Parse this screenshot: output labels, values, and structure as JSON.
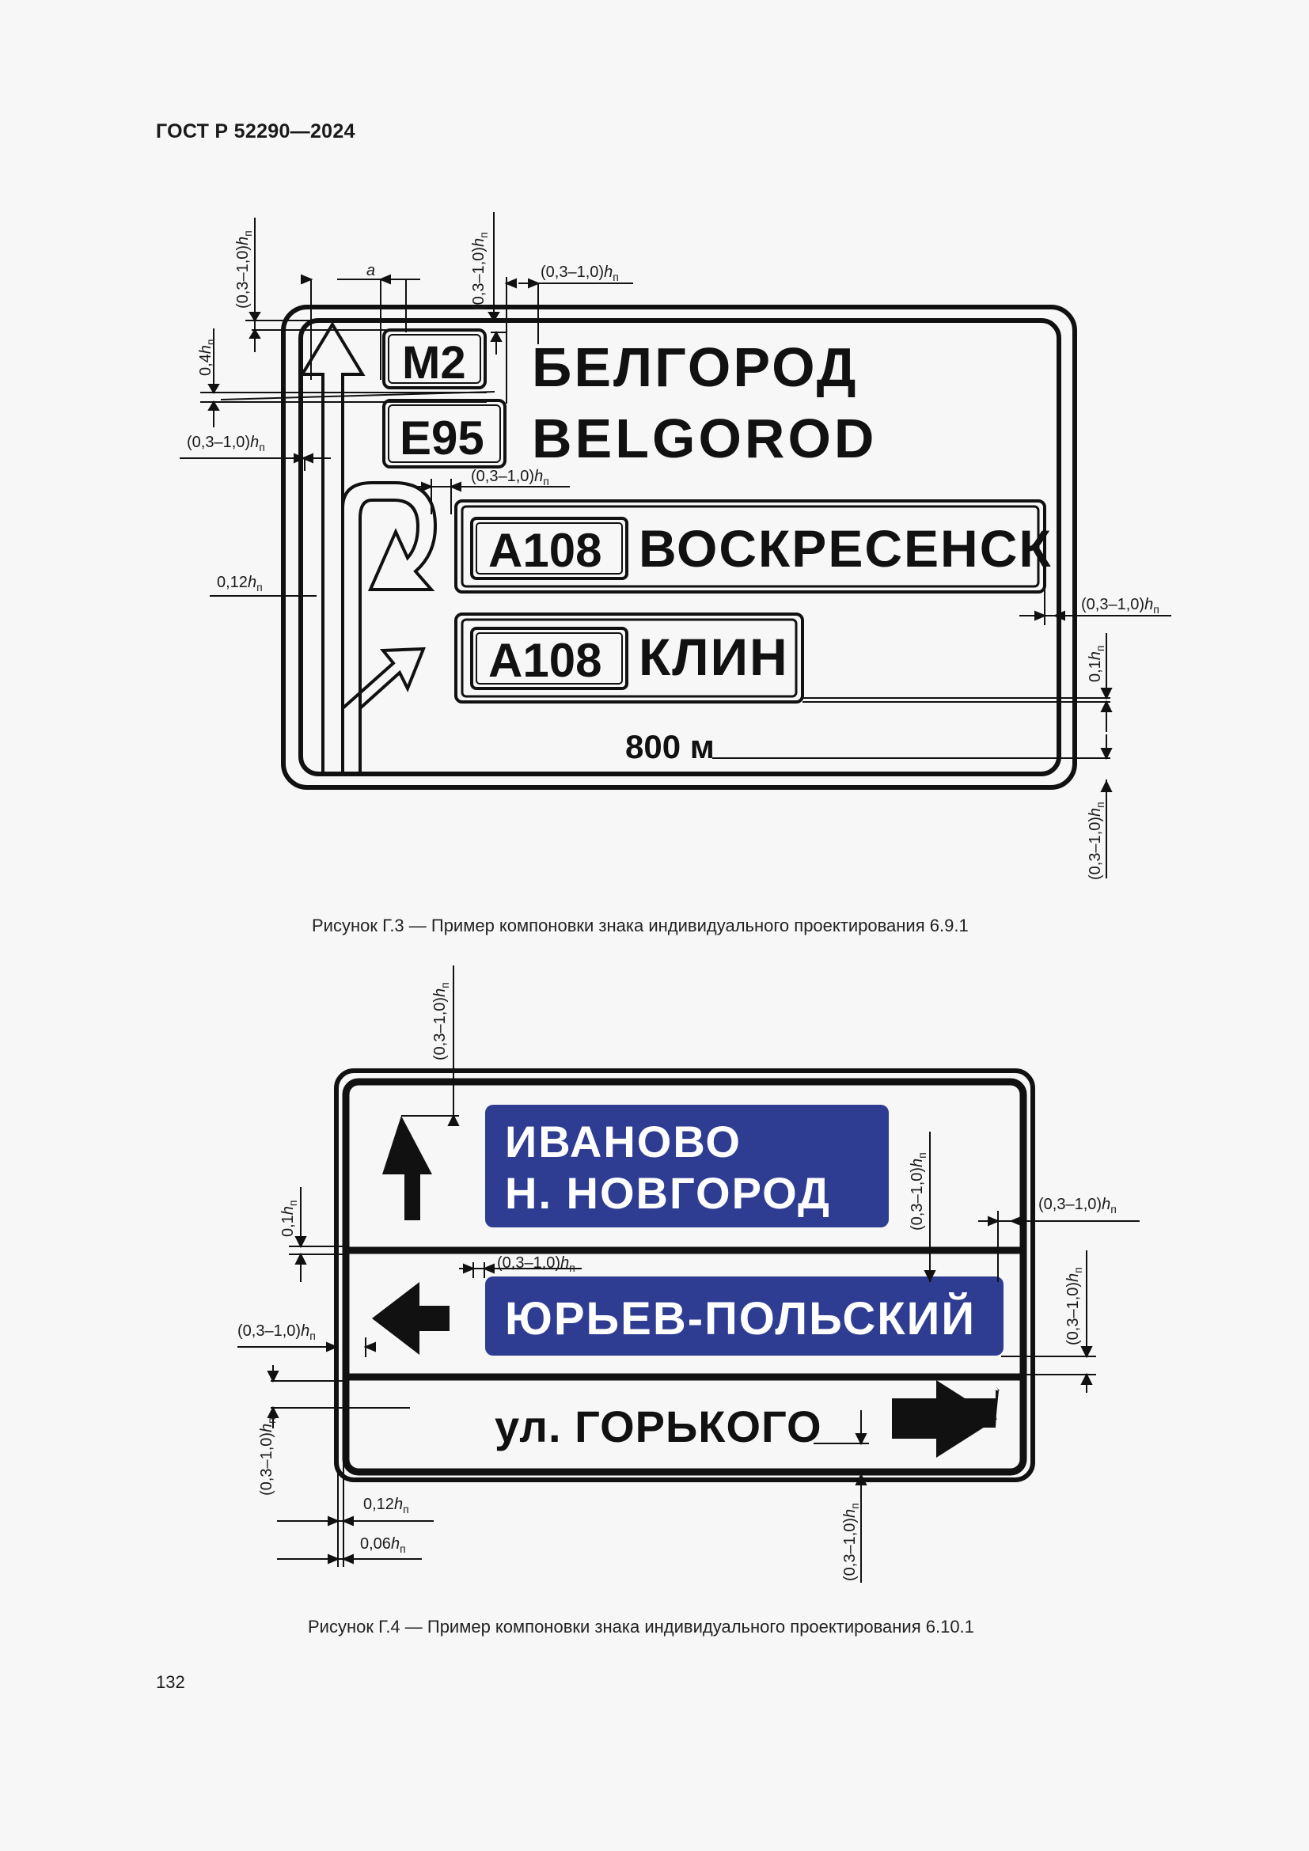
{
  "header": {
    "doc_id": "ГОСТ Р 52290—2024"
  },
  "figure_g3": {
    "caption": "Рисунок Г.3 — Пример компоновки знака индивидуального проектирования 6.9.1",
    "sign": {
      "route_badges": [
        "М2",
        "E95"
      ],
      "destination_ru": "БЕЛГОРОД",
      "destination_en": "BELGOROD",
      "panels": [
        {
          "route": "А108",
          "name": "ВОСКРЕСЕНСК"
        },
        {
          "route": "А108",
          "name": "КЛИН"
        }
      ],
      "distance": "800 м"
    },
    "dimensions": {
      "range": "(0,3–1,0)",
      "h": "h",
      "sub": "п",
      "a": "a",
      "d04": "0,4",
      "d012": "0,12",
      "d01": "0,1"
    }
  },
  "figure_g4": {
    "caption": "Рисунок Г.4 — Пример компоновки знака индивидуального проектирования 6.10.1",
    "sign": {
      "row1_line1": "ИВАНОВО",
      "row1_line2": "Н. НОВГОРОД",
      "row2": "ЮРЬЕВ-ПОЛЬСКИЙ",
      "row3": "ул. ГОРЬКОГО"
    },
    "dimensions": {
      "range": "(0,3–1,0)",
      "h": "h",
      "sub": "п",
      "d01": "0,1",
      "d012": "0,12",
      "d006": "0,06"
    },
    "colors": {
      "panel_blue": "#2e3d92"
    }
  },
  "page_number": "132"
}
